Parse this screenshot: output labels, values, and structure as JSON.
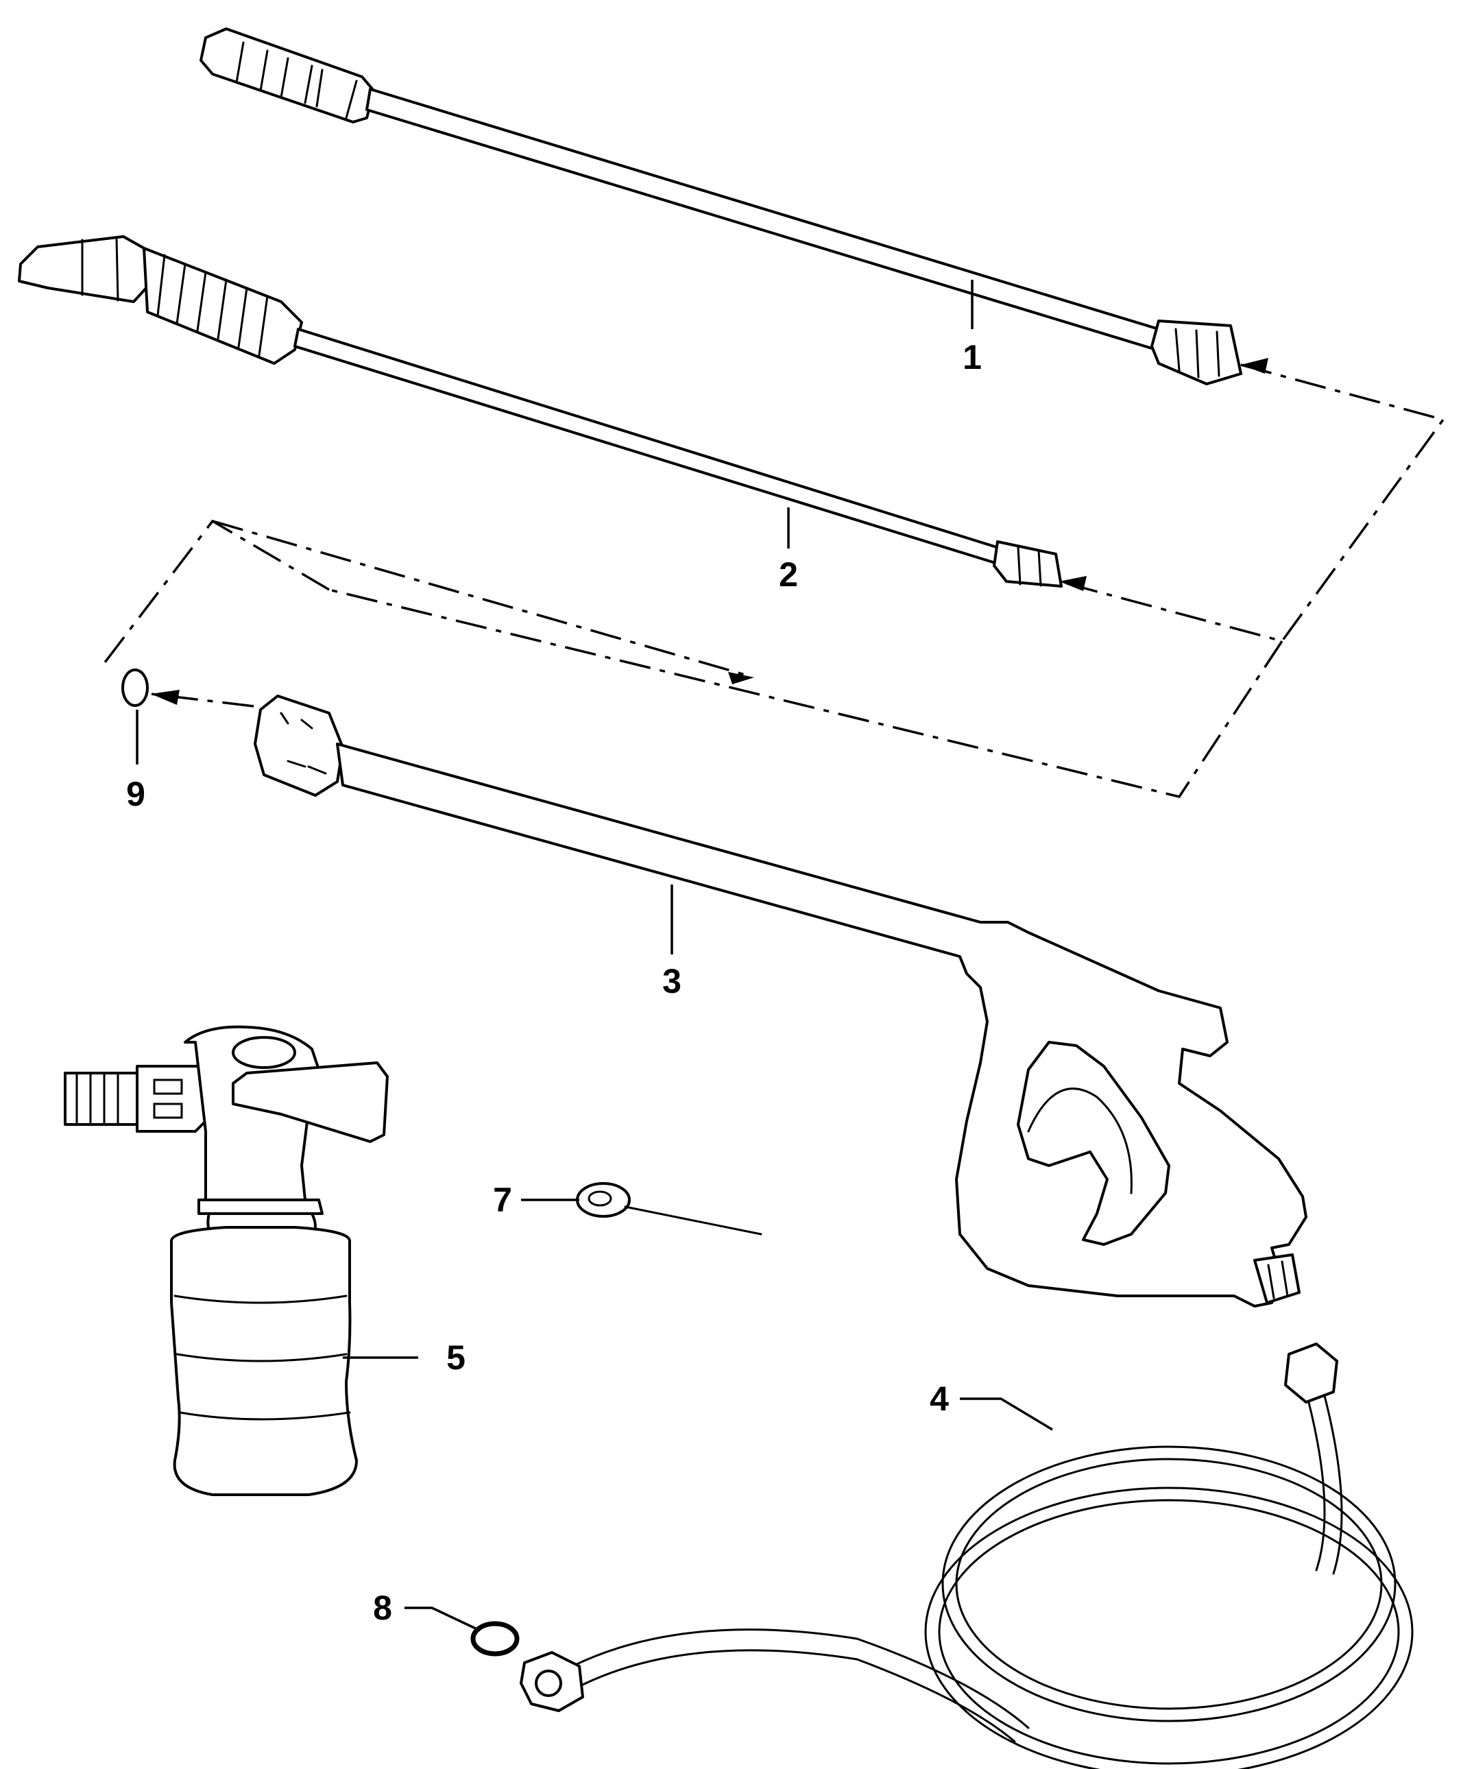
{
  "callouts": {
    "c1": "1",
    "c2": "2",
    "c3": "3",
    "c4": "4",
    "c5": "5",
    "c7": "7",
    "c8": "8",
    "c9": "9"
  },
  "colors": {
    "line": "#000000",
    "background": "#ffffff"
  }
}
